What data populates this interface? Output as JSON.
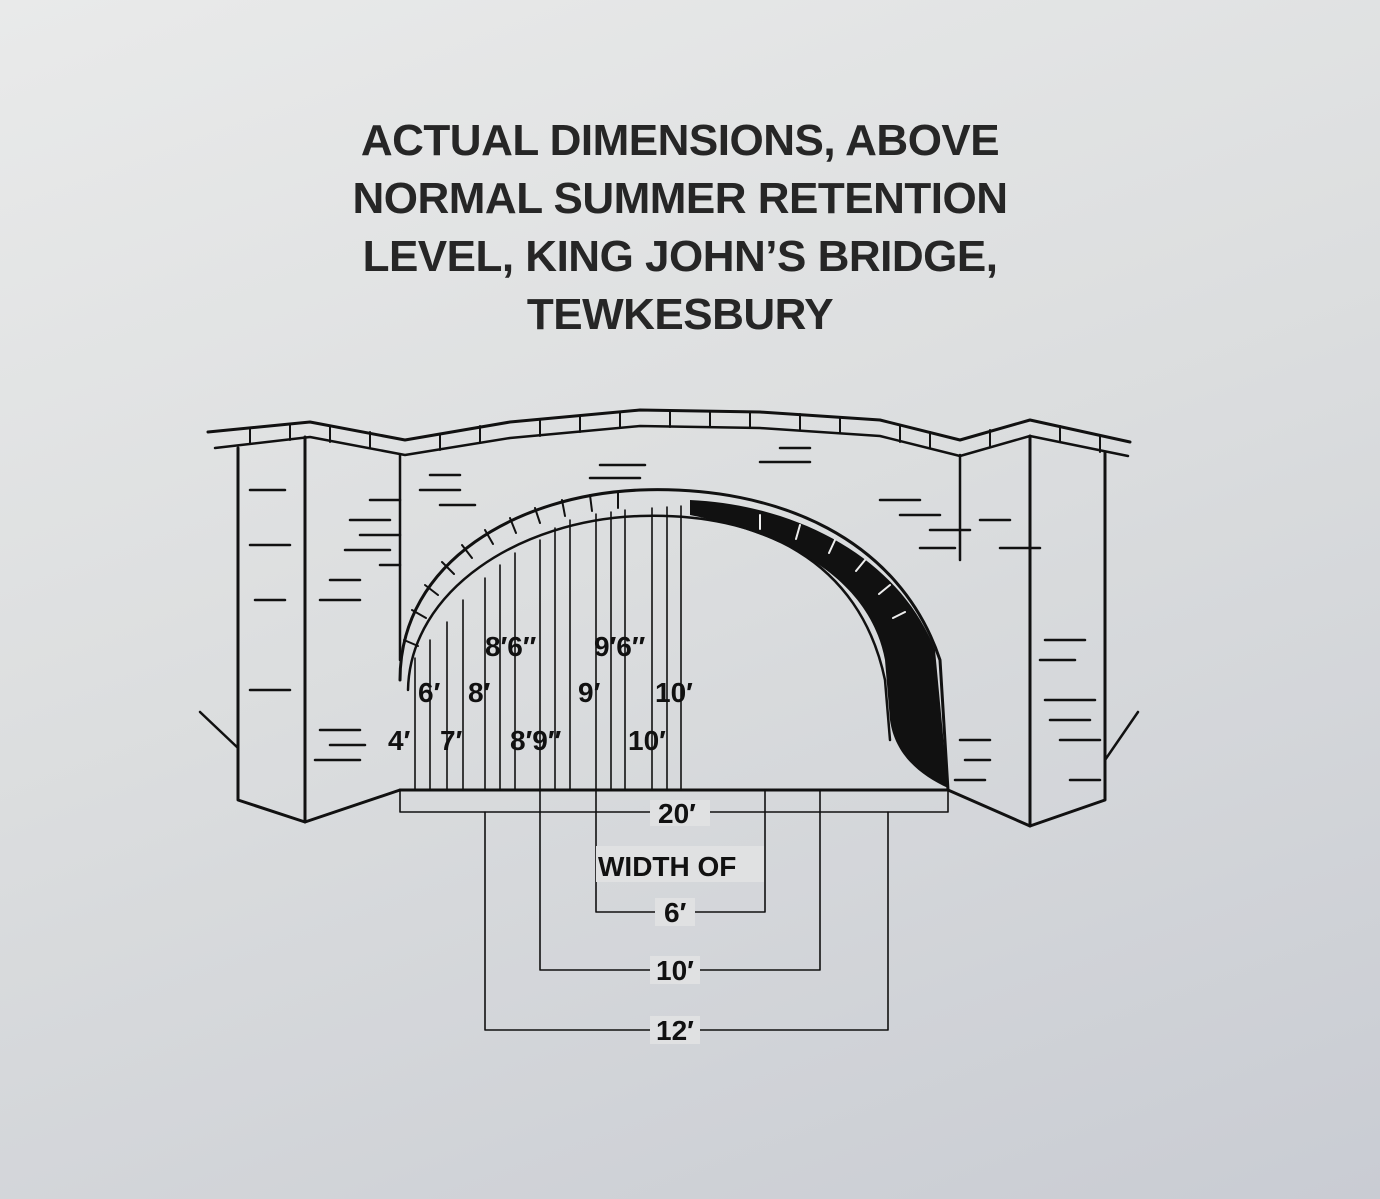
{
  "title_lines": [
    "ACTUAL DIMENSIONS, ABOVE",
    "NORMAL SUMMER RETENTION",
    "LEVEL, KING JOHN’S BRIDGE,",
    "TEWKESBURY"
  ],
  "heights": {
    "h_4": "4′",
    "h_6": "6′",
    "h_7": "7′",
    "h_8": "8′",
    "h_8_6": "8′6″",
    "h_8_9": "8′9″",
    "h_9": "9′",
    "h_9_6": "9′6″",
    "h_10_upper": "10′",
    "h_10_lower": "10′"
  },
  "widths": {
    "span": "20′",
    "width_of": "WIDTH OF",
    "w_6": "6′",
    "w_10": "10′",
    "w_12": "12′"
  }
}
